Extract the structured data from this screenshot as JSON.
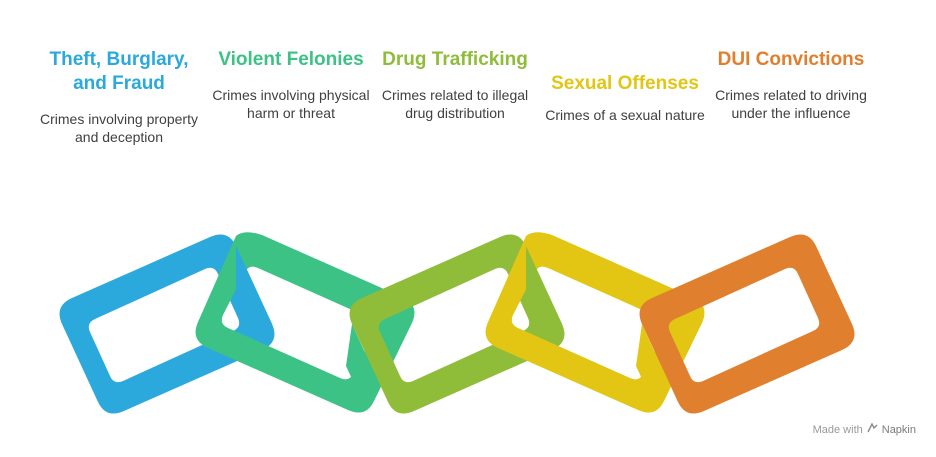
{
  "items": [
    {
      "title": "Theft, Burglary, and Fraud",
      "description": "Crimes involving property and deception",
      "color": "#2BA9DC"
    },
    {
      "title": "Violent Felonies",
      "description": "Crimes involving physical harm or threat",
      "color": "#3CC285"
    },
    {
      "title": "Drug Trafficking",
      "description": "Crimes related to illegal drug distribution",
      "color": "#8FBD3A"
    },
    {
      "title": "Sexual Offenses",
      "description": "Crimes of a sexual nature",
      "color": "#E2C613"
    },
    {
      "title": "DUI Convictions",
      "description": "Crimes related to driving under the influence",
      "color": "#E07F2E"
    }
  ],
  "footer": {
    "made_with": "Made with",
    "brand": "Napkin",
    "icon": "napkin-logo-icon"
  }
}
